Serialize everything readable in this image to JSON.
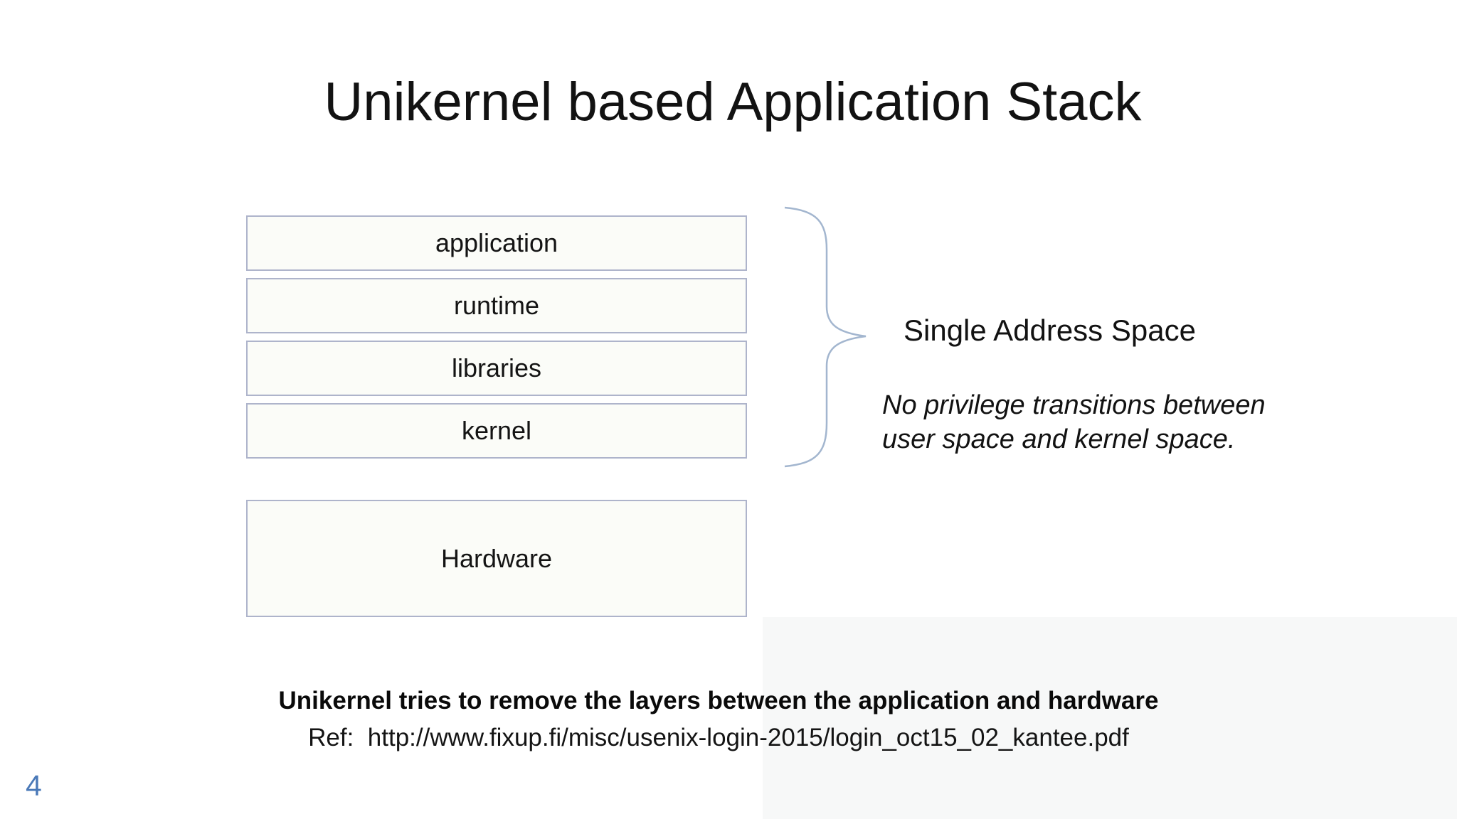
{
  "slide": {
    "title": "Unikernel based Application Stack",
    "stack_boxes": [
      {
        "label": "application"
      },
      {
        "label": "runtime"
      },
      {
        "label": "libraries"
      },
      {
        "label": "kernel"
      }
    ],
    "hardware_box": {
      "label": "Hardware"
    },
    "annotation": {
      "heading": "Single Address Space",
      "note_line1": "No privilege transitions between",
      "note_line2": "user space and kernel space."
    },
    "footer": {
      "bold_line": "Unikernel tries to remove the layers between the application and hardware",
      "ref_line": "Ref:  http://www.fixup.fi/misc/usenix-login-2015/login_oct15_02_kantee.pdf"
    },
    "page_number": "4",
    "colors": {
      "box_border": "#aeb4cb",
      "box_fill": "#fbfcf8",
      "brace_stroke": "#a3b6cf",
      "page_number_blue": "#4a79b8",
      "background_right_gray": "#f7f8f8",
      "text": "#111111"
    }
  }
}
